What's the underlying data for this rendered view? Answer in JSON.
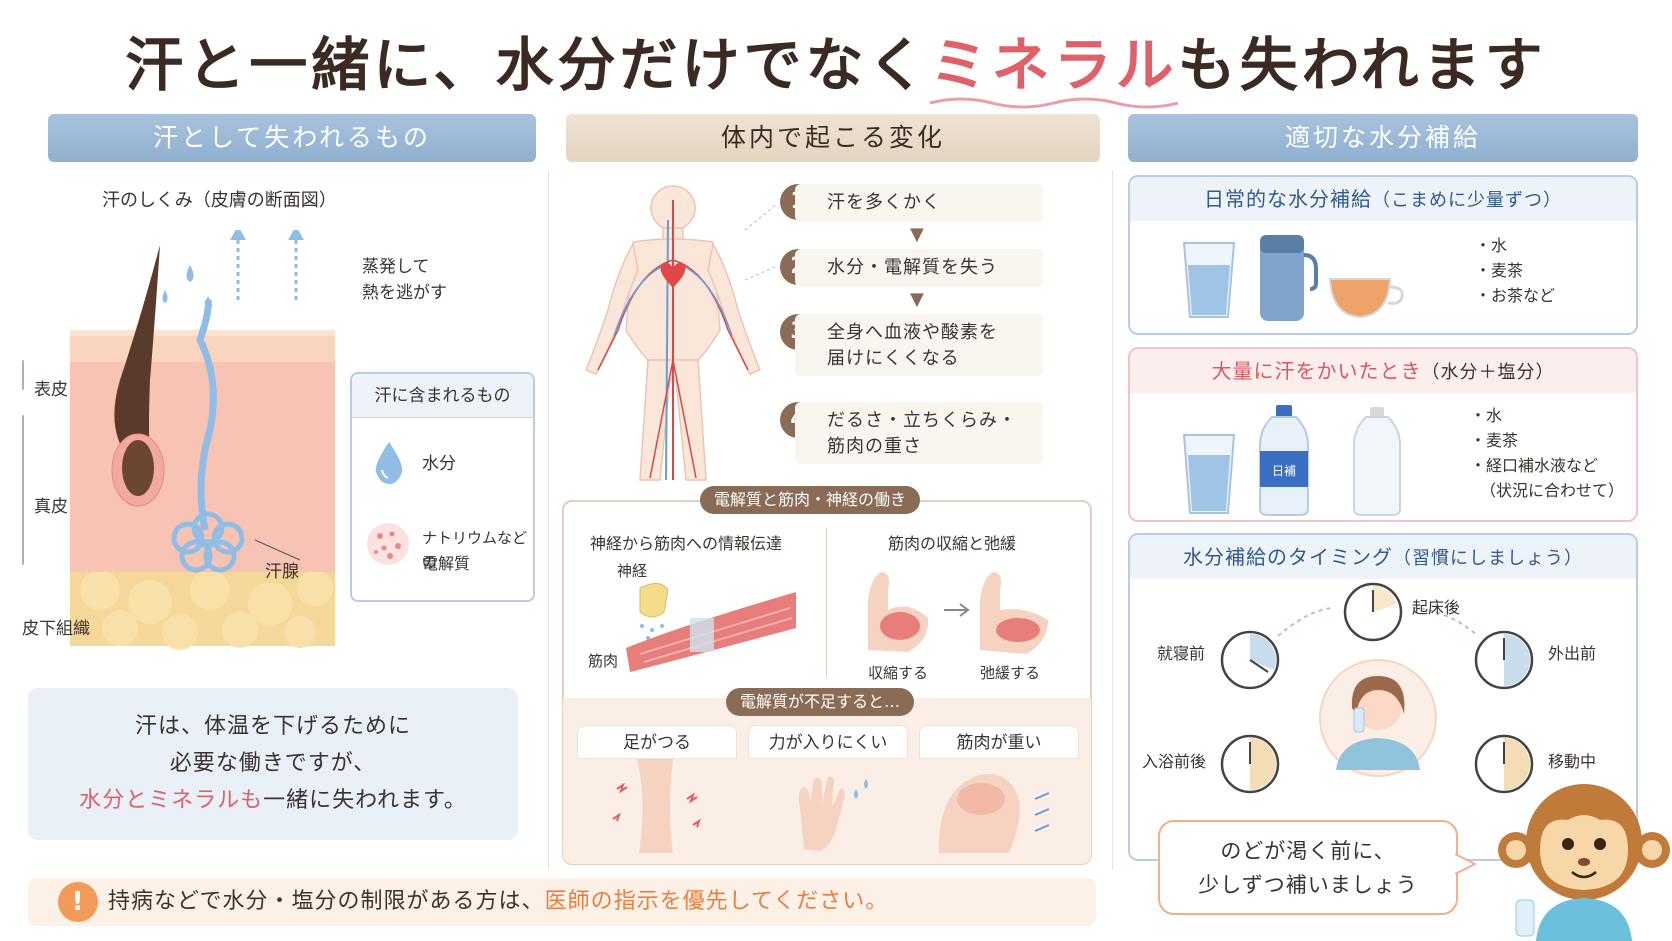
{
  "title": {
    "before": "汗と一緒に、水分だけでなく",
    "highlight": "ミネラル",
    "after": "も失われます"
  },
  "colors": {
    "accent_red": "#e0606a",
    "accent_brown": "#8a6b55",
    "head_blue": "#9bb8d6",
    "head_beige": "#e8dac8"
  },
  "left": {
    "header": "汗として失われるもの",
    "skin_title": "汗のしくみ（皮膚の断面図）",
    "evap_line1": "蒸発して",
    "evap_line2": "熱を逃がす",
    "layer_epidermis": "表皮",
    "layer_dermis": "真皮",
    "layer_subcutaneous": "皮下組織",
    "gland_label": "汗腺",
    "contains": {
      "title": "汗に含まれるもの",
      "water": "水分",
      "electrolyte_line1": "ナトリウムなどの",
      "electrolyte_line2": "電解質"
    },
    "summary_line1": "汗は、体温を下げるために",
    "summary_line2": "必要な働きですが、",
    "summary_line3_red": "水分とミネラルも",
    "summary_line3_rest": "一緒に失われます。"
  },
  "warning": {
    "icon": "!",
    "text": "持病などで水分・塩分の制限がある方は、",
    "highlight": "医師の指示を優先してください。"
  },
  "middle": {
    "header": "体内で起こる変化",
    "steps": [
      {
        "num": "1",
        "line1": "汗を多くかく",
        "line2": ""
      },
      {
        "num": "2",
        "line1": "水分・電解質を失う",
        "line2": ""
      },
      {
        "num": "3",
        "line1": "全身へ血液や酸素を",
        "line2": "届けにくくなる"
      },
      {
        "num": "4",
        "line1": "だるさ・立ちくらみ・",
        "line2": "筋肉の重さ"
      }
    ],
    "electrolyte_pill": "電解質と筋肉・神経の働き",
    "nerve_title": "神経から筋肉への情報伝達",
    "nerve_label": "神経",
    "muscle_label": "筋肉",
    "contract_title": "筋肉の収縮と弛緩",
    "contract_label": "収縮する",
    "relax_label": "弛緩する",
    "lack_pill": "電解質が不足すると…",
    "lack_items": [
      "足がつる",
      "力が入りにくい",
      "筋肉が重い"
    ]
  },
  "right": {
    "header": "適切な水分補給",
    "daily": {
      "title": "日常的な水分補給",
      "title_sub": "（こまめに少量ずつ）",
      "items": [
        "・水",
        "・麦茶",
        "・お茶など"
      ]
    },
    "heavy": {
      "title": "大量に汗をかいたとき",
      "title_sub": "（水分＋塩分）",
      "items": [
        "・水",
        "・麦茶",
        "・経口補水液など",
        "（状況に合わせて）"
      ],
      "bottle_label": "日補"
    },
    "timing": {
      "title": "水分補給のタイミング",
      "title_sub": "（習慣にしましょう）",
      "wake": "起床後",
      "go_out": "外出前",
      "before_sleep": "就寝前",
      "before_bath": "入浴前後",
      "moving": "移動中"
    },
    "bubble_line1": "のどが渇く前に、",
    "bubble_line2": "少しずつ補いましょう"
  }
}
